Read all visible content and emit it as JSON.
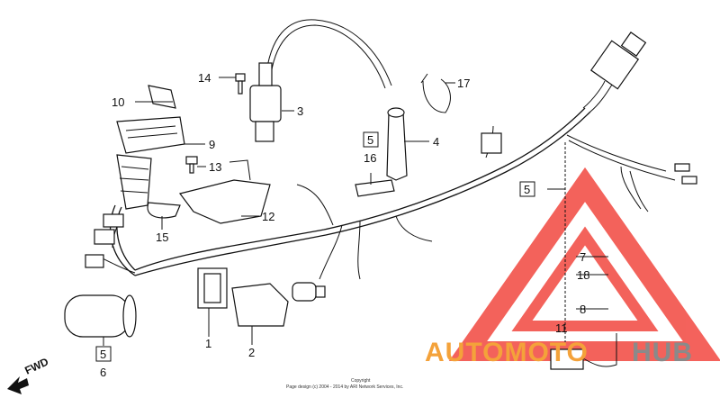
{
  "callouts": [
    {
      "id": "c1",
      "label": "1"
    },
    {
      "id": "c2",
      "label": "2"
    },
    {
      "id": "c3",
      "label": "3"
    },
    {
      "id": "c4",
      "label": "4"
    },
    {
      "id": "c5b",
      "label": "5"
    },
    {
      "id": "c6",
      "label": "6"
    },
    {
      "id": "c7",
      "label": "7"
    },
    {
      "id": "c8",
      "label": "8"
    },
    {
      "id": "c9",
      "label": "9"
    },
    {
      "id": "c10",
      "label": "10"
    },
    {
      "id": "c11",
      "label": "11"
    },
    {
      "id": "c12",
      "label": "12"
    },
    {
      "id": "c13",
      "label": "13"
    },
    {
      "id": "c14",
      "label": "14"
    },
    {
      "id": "c15",
      "label": "15"
    },
    {
      "id": "c16",
      "label": "16"
    },
    {
      "id": "c17",
      "label": "17"
    },
    {
      "id": "c18",
      "label": "18"
    }
  ],
  "boxed_refs": {
    "ref_a": "5",
    "ref_b": "5",
    "ref_c": "5"
  },
  "direction_label": "FWD",
  "copyright": {
    "line1": "Copyright",
    "line2": "Page design (c) 2004 - 2014 by ARI Network Services, Inc."
  },
  "watermark": {
    "text_auto": "AUTOMOTO",
    "text_hub": "HUB",
    "color_primary": "#f4a23a",
    "color_secondary": "#8a8a8a",
    "triangle_color": "#f2473f"
  }
}
